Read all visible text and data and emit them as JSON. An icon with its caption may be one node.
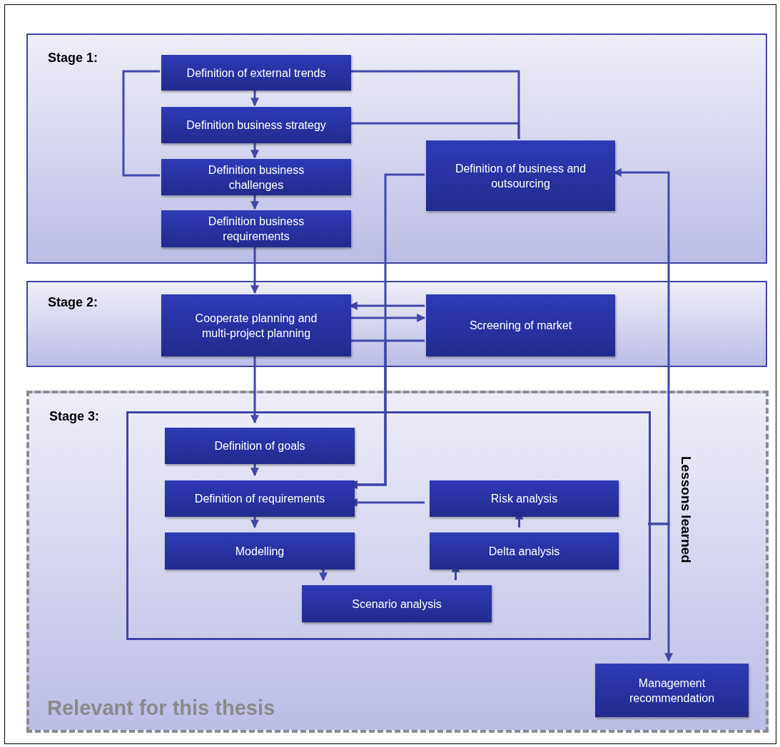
{
  "diagram": {
    "nodes": [
      {
        "text": [
          "Stage 1:"
        ]
      },
      {
        "text": [
          "Definition of external trends"
        ],
        "in": 0
      },
      {
        "text": [
          "Definition business strategy"
        ],
        "in": 0
      },
      {
        "text": [
          "Definition business challenges"
        ],
        "in": 0
      },
      {
        "text": [
          "Definition business requirements"
        ],
        "in": 0
      },
      {
        "text": [
          "Definition of business and outsourcing"
        ],
        "in": 0
      },
      {
        "text": [
          "Stage 2:"
        ]
      },
      {
        "text": [
          "Cooperate planning and multi-project planning"
        ],
        "in": 6
      },
      {
        "text": [
          "Screening of market"
        ],
        "in": 6
      },
      {
        "text": [
          "Stage 3:",
          "Relevant for this thesis"
        ]
      },
      {
        "text": [],
        "shape": "box",
        "in": 9
      },
      {
        "text": [
          "Definition of goals"
        ],
        "in": 10
      },
      {
        "text": [
          "Definition of requirements"
        ],
        "in": 10
      },
      {
        "text": [
          "Modelling"
        ],
        "in": 10
      },
      {
        "text": [
          "Scenario analysis"
        ],
        "in": 10
      },
      {
        "text": [
          "Delta analysis"
        ],
        "in": 10
      },
      {
        "text": [
          "Risk analysis"
        ],
        "in": 10
      },
      {
        "text": [
          "Management recommendation"
        ],
        "in": 9
      }
    ],
    "edges": [
      {
        "from": 1,
        "to": 2,
        "arrow": "to"
      },
      {
        "from": 2,
        "to": 3,
        "arrow": "to"
      },
      {
        "from": 3,
        "to": 4,
        "arrow": "to"
      },
      {
        "from": 1,
        "to": 3,
        "arrow": "none"
      },
      {
        "from": 1,
        "to": 5,
        "arrow": "none"
      },
      {
        "from": 2,
        "to": 5,
        "arrow": "none"
      },
      {
        "from": 4,
        "to": 7,
        "arrow": "to"
      },
      {
        "from": 8,
        "to": 7,
        "arrow": "to"
      },
      {
        "from": 7,
        "to": 8,
        "arrow": "to"
      },
      {
        "from": 5,
        "to": 12,
        "arrow": "to"
      },
      {
        "from": 7,
        "to": 12,
        "arrow": "to"
      },
      {
        "from": 8,
        "to": 12,
        "arrow": "to"
      },
      {
        "from": 7,
        "to": 11,
        "arrow": "to"
      },
      {
        "from": 11,
        "to": 12,
        "arrow": "to"
      },
      {
        "from": 12,
        "to": 13,
        "arrow": "to"
      },
      {
        "from": 13,
        "to": 14,
        "arrow": "to"
      },
      {
        "from": 14,
        "to": 15,
        "arrow": "to"
      },
      {
        "from": 15,
        "to": 16,
        "arrow": "to"
      },
      {
        "from": 16,
        "to": 12,
        "arrow": "to"
      },
      {
        "from": 10,
        "to": 5,
        "arrow": "to"
      },
      {
        "from": 10,
        "to": 17,
        "label": "Lessons learned",
        "arrow": "to"
      }
    ]
  }
}
